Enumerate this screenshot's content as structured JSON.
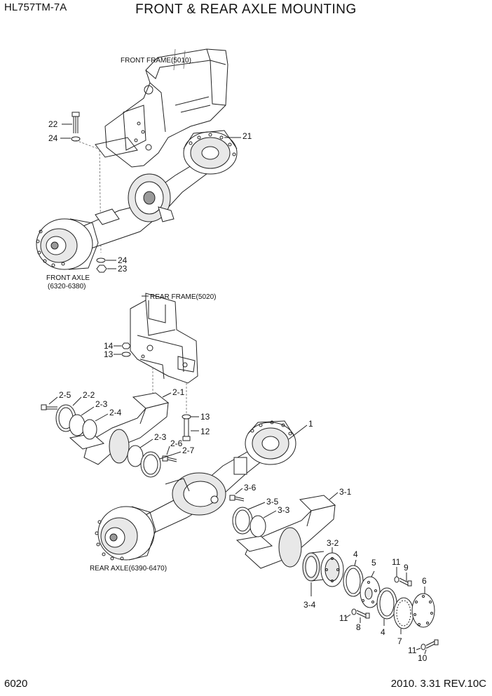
{
  "header": {
    "model": "HL757TM-7A",
    "title": "FRONT & REAR AXLE MOUNTING"
  },
  "footer": {
    "page_number": "6020",
    "date_rev": "2010. 3.31  REV.10C"
  },
  "captions": {
    "front_frame": "FRONT FRAME(5010)",
    "front_axle": "FRONT AXLE",
    "front_axle_range": "(6320-6380)",
    "rear_frame": "REAR FRAME(5020)",
    "rear_axle": "REAR AXLE(6390-6470)"
  },
  "callouts": {
    "c22": "22",
    "c24a": "24",
    "c21": "21",
    "c24b": "24",
    "c23": "23",
    "c14": "14",
    "c13a": "13",
    "c2_5": "2-5",
    "c2_2": "2-2",
    "c2_3a": "2-3",
    "c2_4": "2-4",
    "c2_1": "2-1",
    "c13b": "13",
    "c12": "12",
    "c1": "1",
    "c2_3b": "2-3",
    "c2_6": "2-6",
    "c2_7": "2-7",
    "c3_6": "3-6",
    "c3_1": "3-1",
    "c3_5": "3-5",
    "c3_3": "3-3",
    "c3_2": "3-2",
    "c3_4": "3-4",
    "c4a": "4",
    "c5": "5",
    "c11a": "11",
    "c9": "9",
    "c11b": "11",
    "c8": "8",
    "c4b": "4",
    "c6": "6",
    "c7": "7",
    "c11c": "11",
    "c10": "10"
  }
}
